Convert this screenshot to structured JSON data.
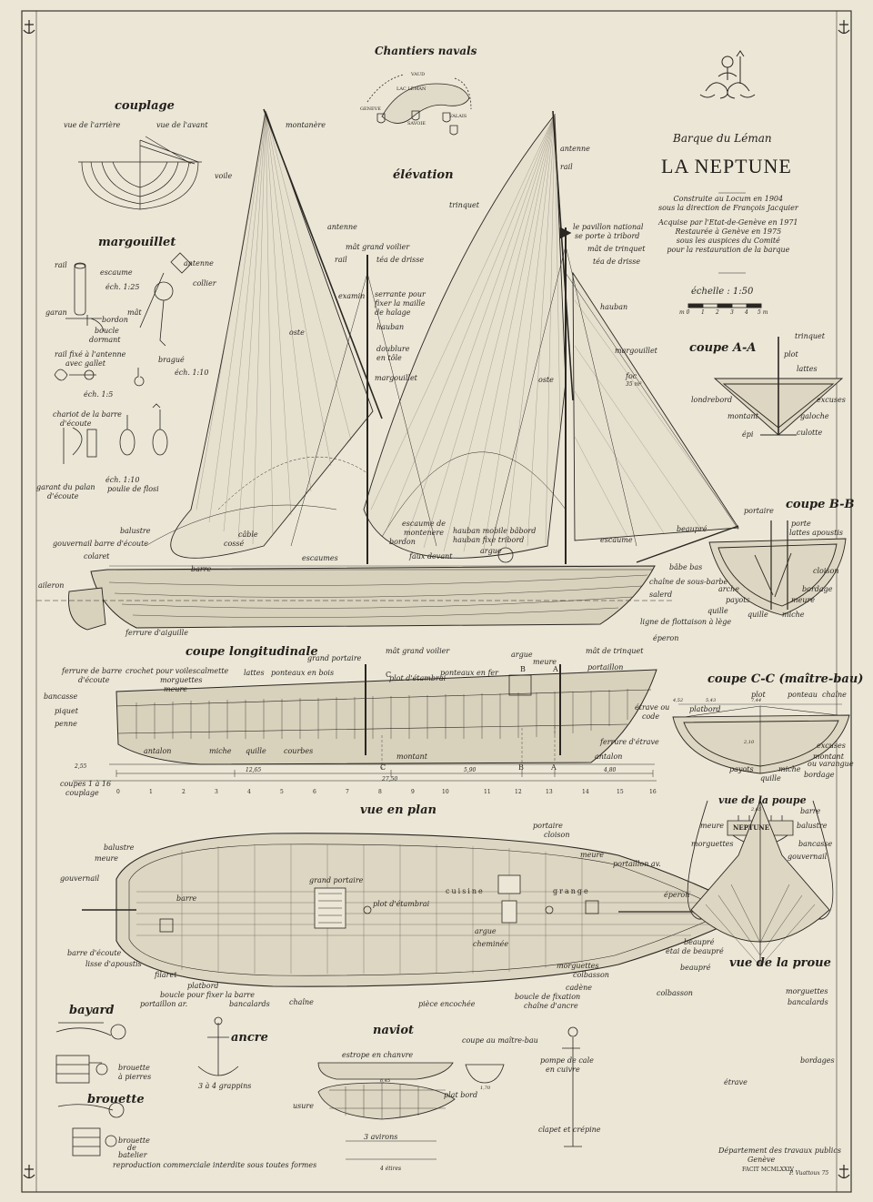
{
  "title": {
    "subtitle": "Barque du Léman",
    "name": "LA NEPTUNE",
    "history": [
      "Construite au Locum en 1904",
      "sous la direction de François Jacquier",
      "Acquise par l'Etat-de-Genève en 1971",
      "Restaurée à Genève en 1975",
      "sous les auspices du Comité",
      "pour la restauration de la barque"
    ],
    "scale_label": "échelle : 1:50",
    "scale_ticks": [
      "m 0",
      "1",
      "2",
      "3",
      "4",
      "5 m"
    ]
  },
  "map": {
    "title": "Chantiers navals",
    "labels": [
      "VAUD",
      "LAC LÉMAN",
      "GENEVE",
      "SAVOIE",
      "VALAIS"
    ]
  },
  "sections": {
    "couplage": "couplage",
    "margouillet": "margouillet",
    "elevation": "élévation",
    "coupe_aa": "coupe A-A",
    "coupe_bb": "coupe B-B",
    "coupe_long": "coupe longitudinale",
    "coupe_cc": "coupe C-C (maître-bau)",
    "vue_poupe": "vue de la poupe",
    "vue_plan": "vue en plan",
    "vue_proue": "vue de la proue",
    "bayard": "bayard",
    "ancre": "ancre",
    "naviot": "naviot",
    "brouette": "brouette"
  },
  "couplage_labels": [
    "vue de l'arrière",
    "vue de l'avant"
  ],
  "margouillet_labels": [
    "rail",
    "escaume",
    "éch. 1:25",
    "antenne",
    "collier",
    "mât",
    "garan",
    "bordon",
    "boucle",
    "dormant",
    "rail fixé à l'antenne",
    "avec gallet",
    "éch. 1:5",
    "bragué",
    "éch. 1:10",
    "chariot de la barre",
    "d'écoute",
    "éch. 1:10",
    "poulie de flosi",
    "garant du palan",
    "d'écoute"
  ],
  "elevation_labels": [
    "montanère",
    "voile",
    "antenne",
    "mât grand voilier",
    "rail",
    "téa de drisse",
    "examin",
    "serrante pour",
    "fixer la maille",
    "de halage",
    "hauban",
    "doublure",
    "en tôle",
    "oste",
    "margouillet",
    "trinquet",
    "antenne",
    "rail",
    "le pavillon national",
    "se porte à tribord",
    "mât de trinquet",
    "téa de drisse",
    "hauban",
    "margouillet",
    "oste",
    "foc",
    "35 m²",
    "balustre",
    "gouvernail barre d'écoute",
    "colaret",
    "câble",
    "cossé",
    "barre",
    "aileron",
    "escaumes",
    "escaume de",
    "montenere",
    "bordon",
    "faux devant",
    "hauban mobile bâbord",
    "hauban fixe tribord",
    "argue",
    "escaume",
    "beaupré",
    "ferrure d'aiguille",
    "quille",
    "chaîne de sous-barbe",
    "salerd",
    "ligne de flottaison à lège"
  ],
  "coupe_aa_labels": [
    "trinquet",
    "plot",
    "lattes",
    "londrebord",
    "excuses",
    "montant",
    "galoche",
    "épi",
    "culotte"
  ],
  "coupe_bb_labels": [
    "portaire",
    "porte",
    "lattes apoustis",
    "bâbe bas",
    "cloison",
    "arche",
    "payots",
    "bordage",
    "meure",
    "quille",
    "miche"
  ],
  "coupe_long_labels": [
    "ferrure de barre",
    "d'écoute",
    "crochet pour voiles",
    "calmette",
    "morguettes",
    "meure",
    "lattes",
    "ponteaux en bois",
    "grand portaire",
    "mât grand voilier",
    "plot d'étambrai",
    "ponteaux en fer",
    "argue",
    "meure",
    "mât de trinquet",
    "portaillon",
    "éperon",
    "bancasse",
    "piquet",
    "penne",
    "antalon",
    "miche",
    "quille",
    "courbes",
    "montant",
    "étrave ou",
    "code",
    "ferrure d'étrave",
    "antalon"
  ],
  "coupe_long_dims": [
    "2,55",
    "12,65",
    "27,50",
    "5,90",
    "4,80"
  ],
  "coupe_long_letters": [
    "C",
    "B",
    "A",
    "C",
    "B",
    "A"
  ],
  "couples_label": [
    "coupes 1 à 16",
    "couplage"
  ],
  "frame_numbers": [
    "0",
    "1",
    "2",
    "3",
    "4",
    "5",
    "6",
    "7",
    "8",
    "9",
    "10",
    "11",
    "12",
    "13",
    "14",
    "15",
    "16"
  ],
  "coupe_cc_labels": [
    "plot",
    "ponteau",
    "chaîne",
    "platbord",
    "excuses",
    "montant",
    "ou varangue",
    "payots",
    "miche",
    "quille",
    "bordage"
  ],
  "coupe_cc_dims": [
    "4,52",
    "7,44",
    "5,43",
    "2,10"
  ],
  "vue_poupe_labels": [
    "barre",
    "balustre",
    "meure",
    "morguettes",
    "bancasse",
    "gouvernail",
    "NEPTUNE",
    "2,65"
  ],
  "vue_plan_labels": [
    "balustre",
    "meure",
    "gouvernail",
    "barre",
    "grand portaire",
    "plot d'étambrai",
    "cuisine",
    "grange",
    "portaire",
    "cloison",
    "meure",
    "portaillon av.",
    "éperon",
    "beaupré",
    "étai de beaupré",
    "argue",
    "cheminée",
    "barre d'écoute",
    "lisse d'apoustis",
    "filaret",
    "platbord",
    "boucle pour fixer la barre",
    "portaillon ar.",
    "bancalards",
    "chaîne",
    "pièce encochée",
    "boucle de fixation",
    "chaîne d'ancre",
    "cadène",
    "colbasson",
    "morguettes"
  ],
  "vue_proue_labels": [
    "beaupré",
    "colbasson",
    "morguettes",
    "bancalards",
    "bordages",
    "étrave"
  ],
  "bottom_labels": [
    "brouette",
    "à pierres",
    "3 à 4 grappins",
    "estrope en chanvre",
    "6,45",
    "coupe au maître-bau",
    "1,70",
    "usure",
    "plat bord",
    "3 avirons",
    "4 étires",
    "pompe de cale",
    "en cuivre",
    "clapet et crépine",
    "brouette",
    "de",
    "batelier"
  ],
  "footer": {
    "left": "reproduction commerciale interdite sous toutes formes",
    "dept": "Département des travaux publics",
    "city": "Genève",
    "facit": "FACIT MCMLXXIV",
    "sig": "P. Vuattoux 75"
  },
  "colors": {
    "paper": "#ebe6d6",
    "ink": "#2a2622",
    "hull": "#cfc8b4"
  }
}
